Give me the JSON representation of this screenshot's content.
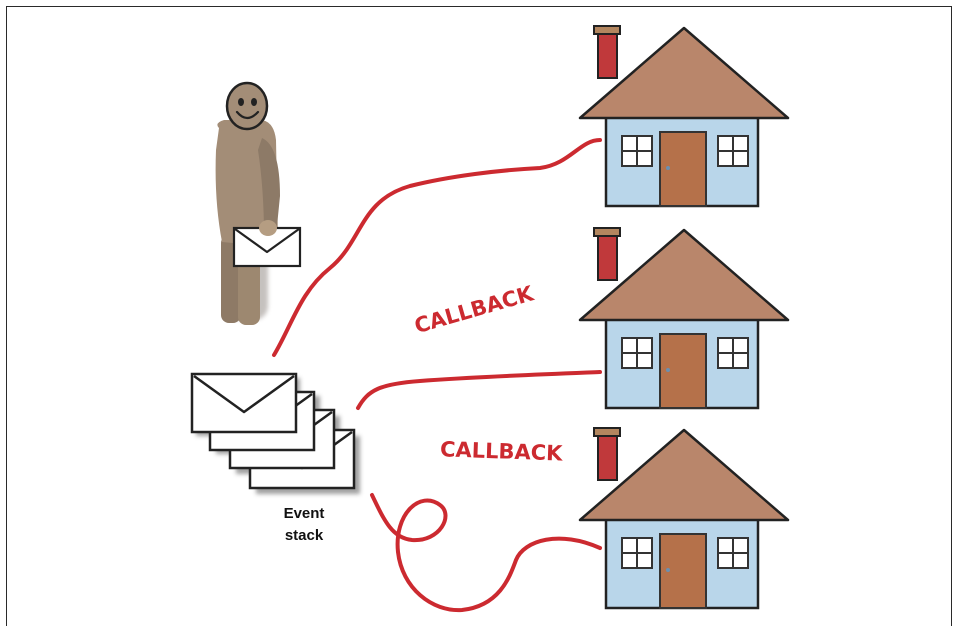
{
  "labels": {
    "callback_top": "CALLBACK",
    "callback_bottom": "CALLBACK",
    "event_stack_line1": "Event",
    "event_stack_line2": "stack"
  },
  "colors": {
    "callback_red": "#cc2a30",
    "person_brown": "#a38d77",
    "roof": "#b9866b",
    "chimney": "#c0393b",
    "wall": "#b9d6ea",
    "door": "#b5714a"
  },
  "icons": [
    "person-icon",
    "envelope-icon",
    "house-icon"
  ]
}
